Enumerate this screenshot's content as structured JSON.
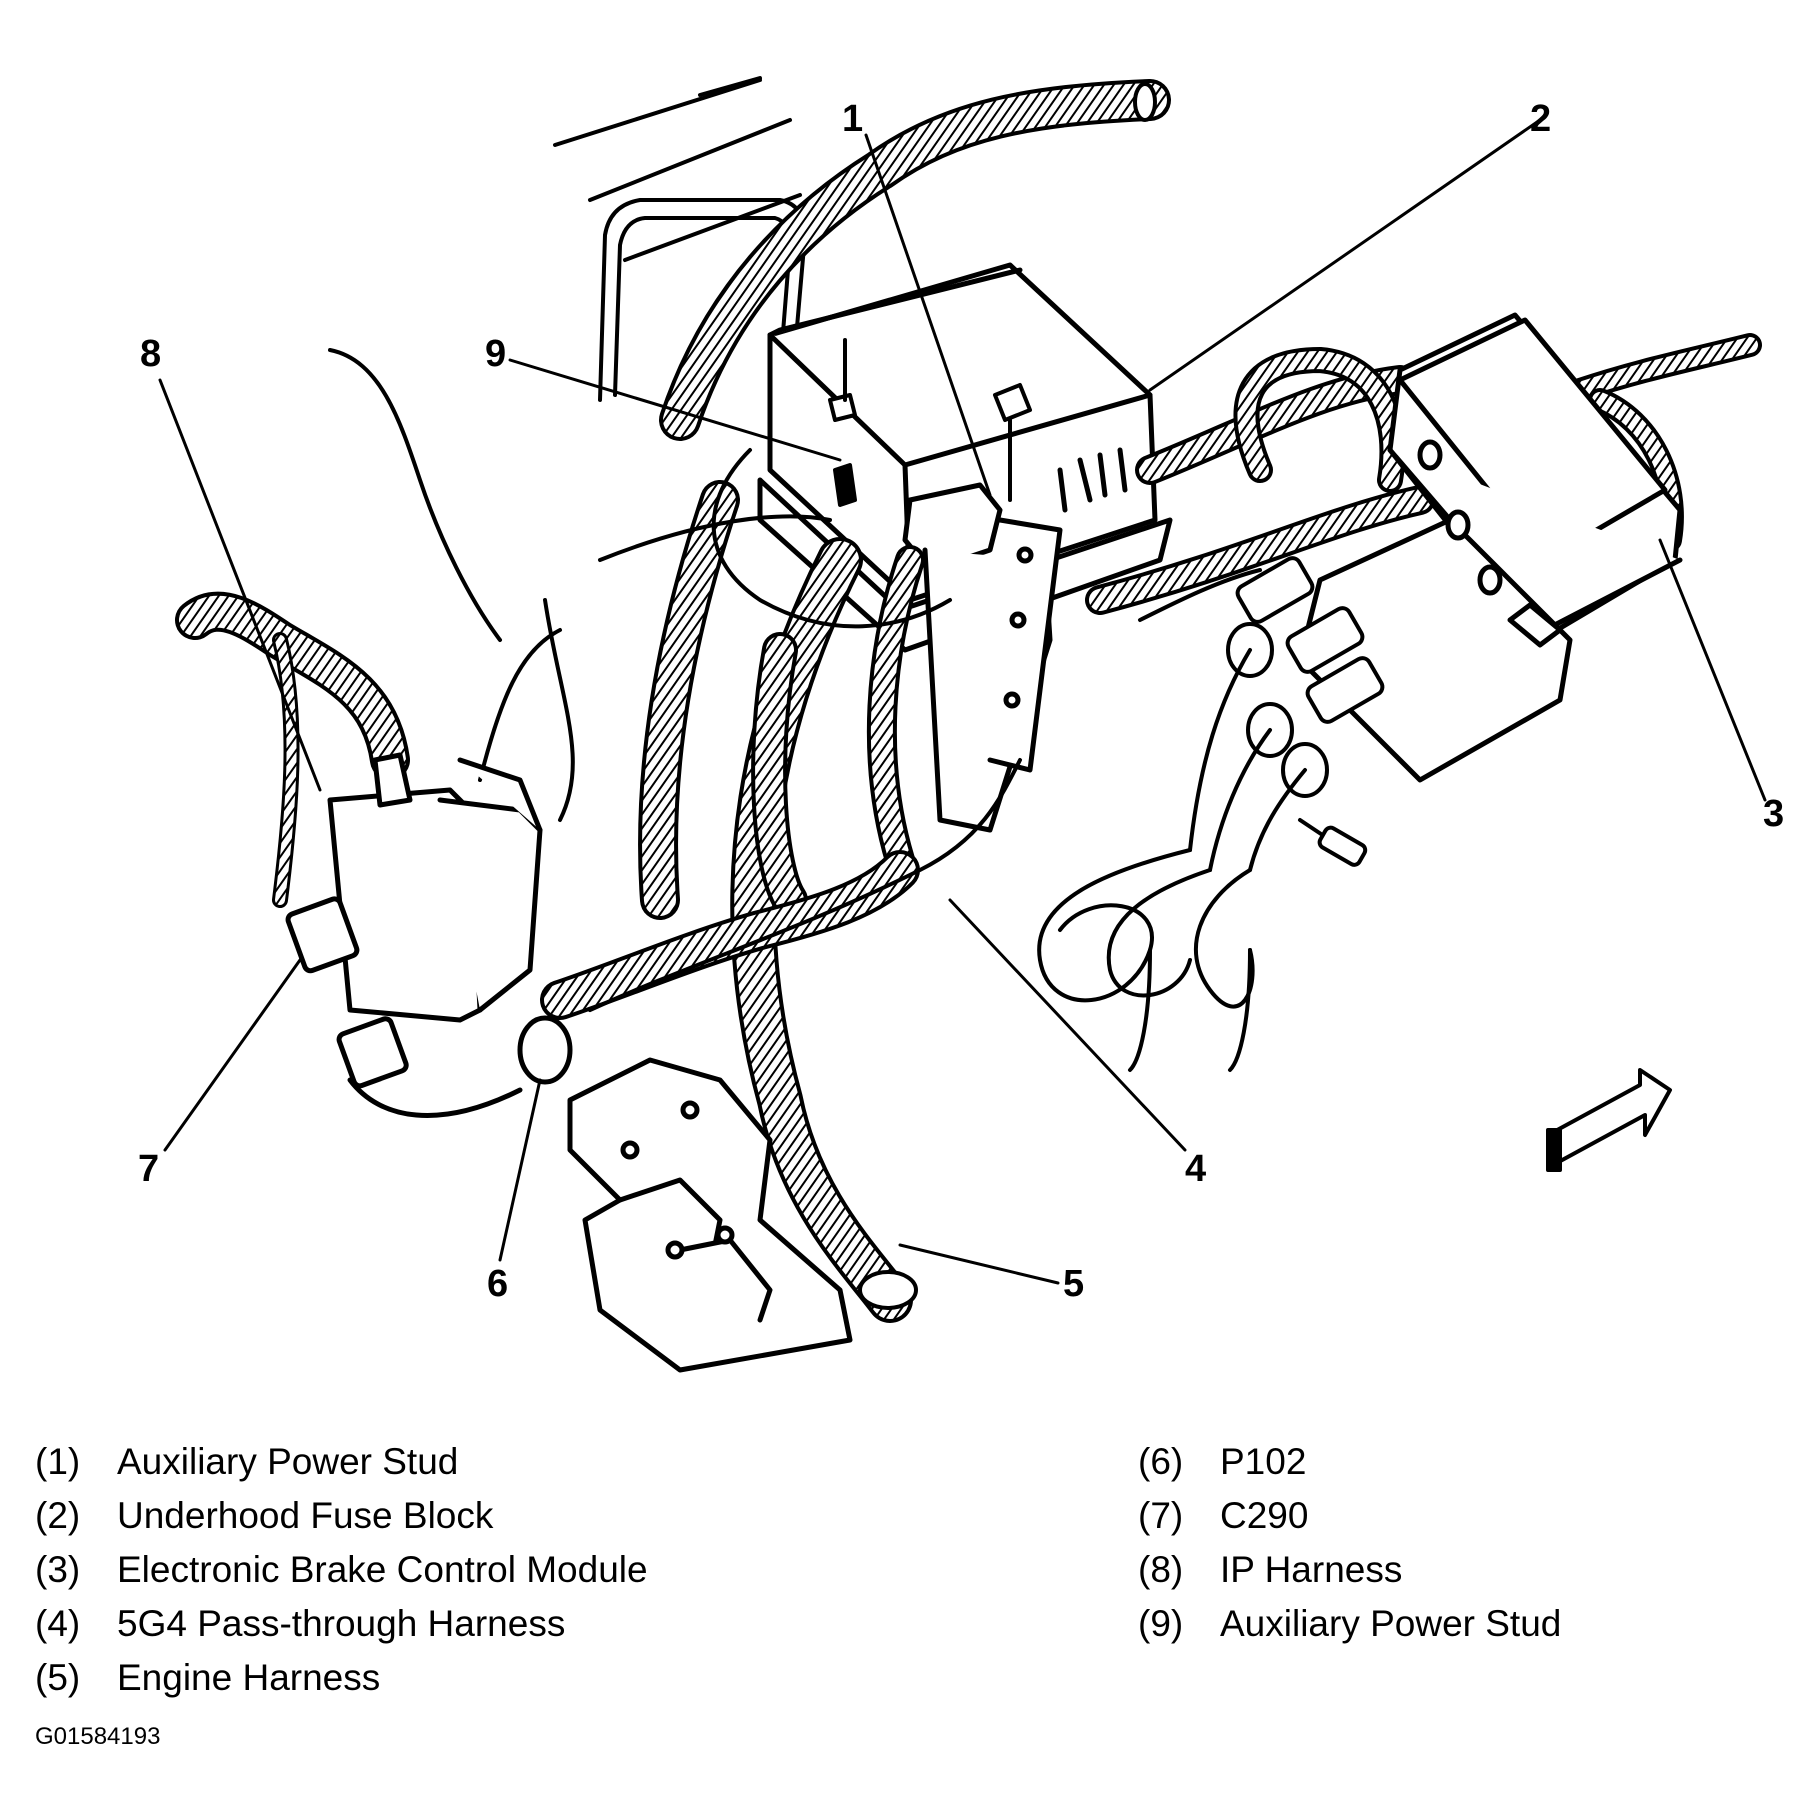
{
  "figure_id": "G01584193",
  "callouts": [
    "1",
    "2",
    "3",
    "4",
    "5",
    "6",
    "7",
    "8",
    "9"
  ],
  "legend": [
    {
      "num": "(1)",
      "label": "Auxiliary Power Stud"
    },
    {
      "num": "(2)",
      "label": "Underhood Fuse Block"
    },
    {
      "num": "(3)",
      "label": "Electronic Brake Control Module"
    },
    {
      "num": "(4)",
      "label": "5G4 Pass-through Harness"
    },
    {
      "num": "(5)",
      "label": "Engine Harness"
    },
    {
      "num": "(6)",
      "label": "P102"
    },
    {
      "num": "(7)",
      "label": "C290"
    },
    {
      "num": "(8)",
      "label": "IP Harness"
    },
    {
      "num": "(9)",
      "label": "Auxiliary Power Stud"
    }
  ]
}
